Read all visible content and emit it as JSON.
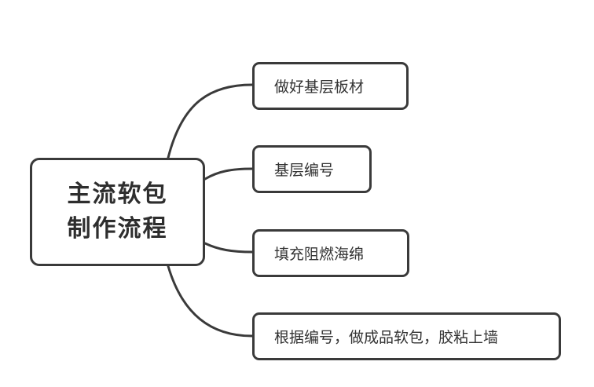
{
  "root": {
    "line1": "主流软包",
    "line2": "制作流程"
  },
  "children": [
    {
      "label": "做好基层板材"
    },
    {
      "label": "基层编号"
    },
    {
      "label": "填充阻燃海绵"
    },
    {
      "label": "根据编号，做成品软包，胶粘上墙"
    }
  ],
  "colors": {
    "border": "#3a3a3a",
    "connector": "#3a3a3a",
    "text": "#333333",
    "background": "#ffffff"
  }
}
